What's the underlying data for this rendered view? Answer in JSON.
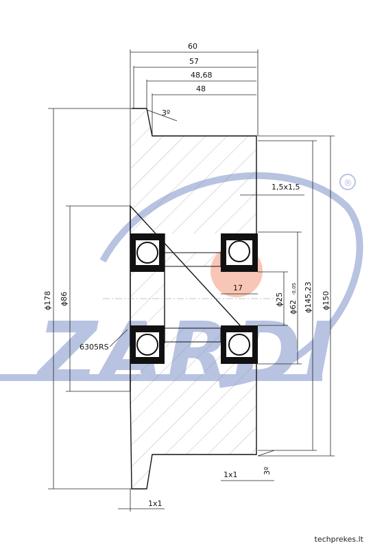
{
  "watermark": {
    "text": "ZARDI",
    "registered_mark": "®",
    "colors": {
      "logo_blue": "#b7c3e0",
      "highlight": "#f6b39e"
    }
  },
  "dimensions": {
    "top": [
      "60",
      "57",
      "48,68",
      "48"
    ],
    "angle_top": "3º",
    "chamfer_right": "1,5x1,5",
    "bore_width": "17",
    "dia_178": "ϕ178",
    "dia_86": "ϕ86",
    "dia_25": "ϕ25",
    "dia_62": "ϕ62",
    "dia_62_tol": "-0,05",
    "dia_145": "ϕ145,23",
    "dia_150": "ϕ150",
    "bearing_label": "6305RS",
    "chamfer_bottom_right": "1x1",
    "angle_bottom": "3º",
    "chamfer_bottom": "1x1"
  },
  "footer": {
    "site": "techprekes.lt"
  }
}
